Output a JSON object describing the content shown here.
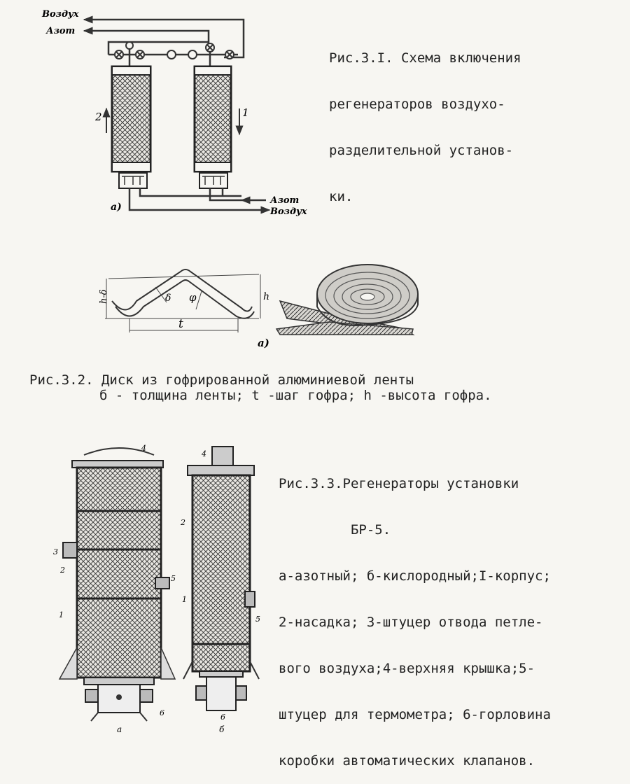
{
  "fig1": {
    "caption": [
      "Рис.3.I. Схема включения",
      "регенераторов воздухо-",
      "разделительной установ-",
      "ки."
    ],
    "label_top_air": "Воздух",
    "label_top_nitrogen": "Азот",
    "label_bottom_nitrogen": "Азот",
    "label_bottom_air": "Воздух",
    "flow_left": "2",
    "flow_right": "1",
    "subfig": "а)"
  },
  "fig2": {
    "caption_line1": "Рис.3.2. Диск из гофрированной алюминиевой ленты",
    "caption_line2": "б - толщина ленты; t -шаг гофра; h -высота гофра.",
    "dim_t": "t",
    "dim_h": "h",
    "dim_h_delta": "h-δ",
    "angle_delta": "δ",
    "angle_phi": "φ",
    "subfig": "а)"
  },
  "fig3": {
    "caption": [
      "Рис.3.3.Регенераторы установки",
      "         БР-5.",
      "а-азотный; б-кислородный;I-корпус;",
      "2-насадка; 3-штуцер отвода петле-",
      "вого воздуха;4-верхняя крышка;5-",
      "штуцер для термометра; 6-горловина",
      "коробки автоматических клапанов."
    ],
    "sub_a": "а",
    "sub_b": "б",
    "callouts_a": [
      "4",
      "3",
      "2",
      "1",
      "5",
      "6"
    ],
    "callouts_b": [
      "4",
      "2",
      "1",
      "5",
      "6"
    ]
  }
}
